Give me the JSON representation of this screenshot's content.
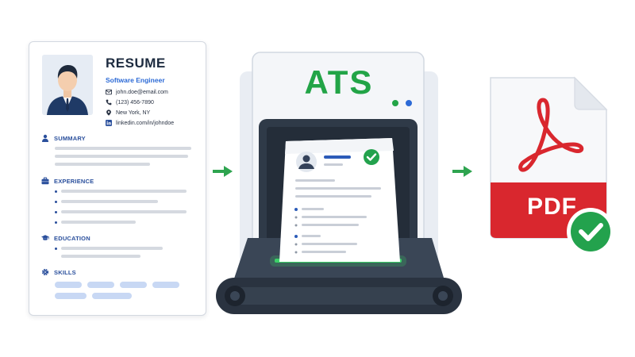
{
  "resume": {
    "title": "RESUME",
    "role": "Software Engineer",
    "contacts": [
      {
        "icon": "mail-icon",
        "text": "john.doe@email.com"
      },
      {
        "icon": "phone-icon",
        "text": "(123) 456-7890"
      },
      {
        "icon": "location-pin-icon",
        "text": "New York, NY"
      },
      {
        "icon": "linkedin-icon",
        "text": "linkedin.com/in/johndoe"
      }
    ],
    "sections": {
      "summary": "SUMMARY",
      "experience": "EXPERIENCE",
      "education": "EDUCATION",
      "skills": "SKILLS"
    }
  },
  "ats": {
    "label": "ATS"
  },
  "pdf": {
    "label": "PDF"
  },
  "colors": {
    "accent_blue": "#2c6ad6",
    "navy": "#1d2b3f",
    "ats_green": "#22a447",
    "pdf_red": "#d9272e",
    "machine_dark": "#2f3a48",
    "check_green": "#23a24d"
  }
}
